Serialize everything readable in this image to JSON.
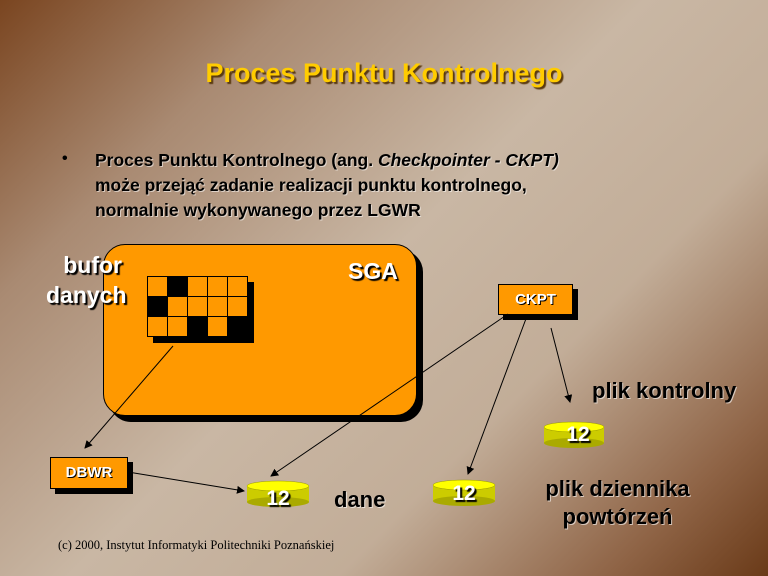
{
  "title": "Proces Punktu Kontrolnego",
  "bullet": {
    "marker": "•",
    "line1_prefix": "Proces Punktu Kontrolnego (ang. ",
    "line1_italic": "Checkpointer - CKPT)",
    "line2": "może przejąć zadanie realizacji punktu kontrolnego,",
    "line3": "normalnie wykonywanego przez LGWR"
  },
  "diagram": {
    "buffer_label_line1": "bufor",
    "buffer_label_line2": "danych",
    "sga_label": "SGA",
    "ckpt_label": "CKPT",
    "dbwr_label": "DBWR",
    "control_file_label": "plik kontrolny",
    "data_label": "dane",
    "redo_label_line1": "plik dziennika",
    "redo_label_line2": "powtórzeń",
    "cylinder_number_control": "12",
    "cylinder_number_data": "12",
    "cylinder_number_redo": "12",
    "colors": {
      "accent": "#ff9900",
      "title": "#ffcc00",
      "cylinder": "#ffff00"
    }
  },
  "footer": {
    "copyright": "(c) 2000, Instytut Informatyki Politechniki Poznańskiej"
  }
}
